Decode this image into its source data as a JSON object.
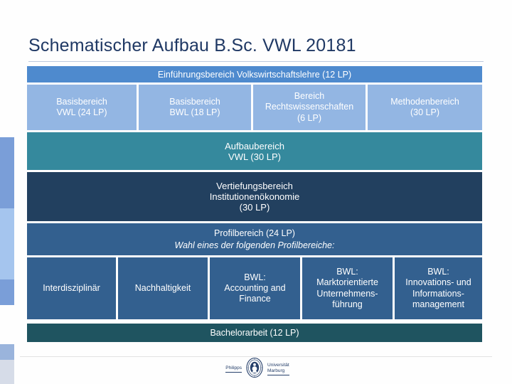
{
  "slide": {
    "title": "Schematischer Aufbau B.Sc. VWL 20181"
  },
  "colors": {
    "intro_band": "#4e8ace",
    "basis_cells": "#93b6e3",
    "aufbau_band": "#35899d",
    "vertiefung_band": "#22405f",
    "profil_band": "#33608f",
    "thesis_band": "#1f5460",
    "title_text": "#1f3864",
    "accent_dark": "#7a9ed8",
    "accent_light": "#a5c5ee"
  },
  "diagram": {
    "intro_band": {
      "label": "Einführungsbereich Volkswirtschaftslehre (12 LP)"
    },
    "basis_row": [
      {
        "line1": "Basisbereich",
        "line2": "VWL (24 LP)",
        "line3": ""
      },
      {
        "line1": "Basisbereich",
        "line2": "BWL (18 LP)",
        "line3": ""
      },
      {
        "line1": "Bereich",
        "line2": "Rechtswissenschaften",
        "line3": "(6 LP)"
      },
      {
        "line1": "Methodenbereich",
        "line2": "(30 LP)",
        "line3": ""
      }
    ],
    "aufbau_band": {
      "line1": "Aufbaubereich",
      "line2": "VWL (30 LP)"
    },
    "vertiefung_band": {
      "line1": "Vertiefungsbereich",
      "line2": "Institutionenökonomie",
      "line3": "(30 LP)"
    },
    "profil_band": {
      "line1": "Profilbereich (24 LP)",
      "line2": "Wahl eines der folgenden Profilbereiche:"
    },
    "profile_row": [
      {
        "line1": "Interdisziplinär",
        "line2": "",
        "line3": "",
        "line4": ""
      },
      {
        "line1": "Nachhaltigkeit",
        "line2": "",
        "line3": "",
        "line4": ""
      },
      {
        "line1": "BWL:",
        "line2": "Accounting and",
        "line3": "Finance",
        "line4": ""
      },
      {
        "line1": "BWL:",
        "line2": "Marktorientierte",
        "line3": "Unternehmens-",
        "line4": "führung"
      },
      {
        "line1": "BWL:",
        "line2": "Innovations- und",
        "line3": "Informations-",
        "line4": "management"
      }
    ],
    "thesis_band": {
      "label": "Bachelorarbeit (12 LP)"
    }
  },
  "footer": {
    "logo": {
      "word_left": "Philipps",
      "word_right_line1": "Universität",
      "word_right_line2": "Marburg"
    }
  }
}
